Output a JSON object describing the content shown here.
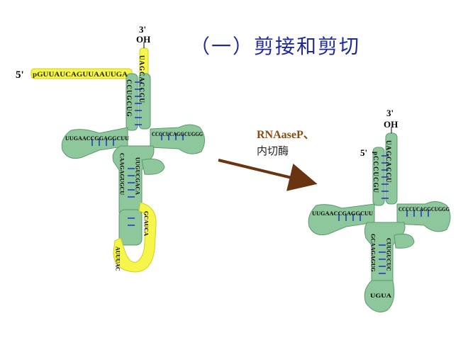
{
  "title": "（一）剪接和剪切",
  "enzyme": {
    "line1": "RNAaseP、",
    "line2": "内切酶"
  },
  "colors": {
    "stem_fill": "#8fc79d",
    "stem_outline": "#5a9a6c",
    "removed_fill": "#f5f54a",
    "removed_outline": "#cfcf20",
    "base_pair": "#1f30c8",
    "arrow": "#6b3410",
    "title": "#1f2a9a",
    "enzyme_label": "#8a4a10"
  },
  "left_trna": {
    "three_prime": "3'",
    "oh": "OH",
    "five_prime": "5'",
    "leader": "pGUUAUCAGUUAAUUGA",
    "acceptor_right": "UAGCACCCU",
    "acceptor_left": "CCUGCUG",
    "d_loop": "UUGAACCGGAGGCUU",
    "t_loop": "CCCCUCAGGCUGGG",
    "ac_stem_left": "CAAGAGUGCU",
    "ac_stem_right": "UUGUCGACA",
    "intron": "AUUUAC",
    "ac_extra": "GCAUCA"
  },
  "right_trna": {
    "three_prime": "3'",
    "oh": "OH",
    "five_prime": "5'",
    "acceptor_right": "UAGCACCU",
    "acceptor_left": "pCCCUCGU",
    "d_loop": "UUGAACCGAGGCUU",
    "t_loop": "CCCCUCAGGCUGGG",
    "ac_stem_left": "GCAAGAGUG",
    "ac_stem_right": "CUUGUCUC",
    "anticodon": "UGUA"
  }
}
